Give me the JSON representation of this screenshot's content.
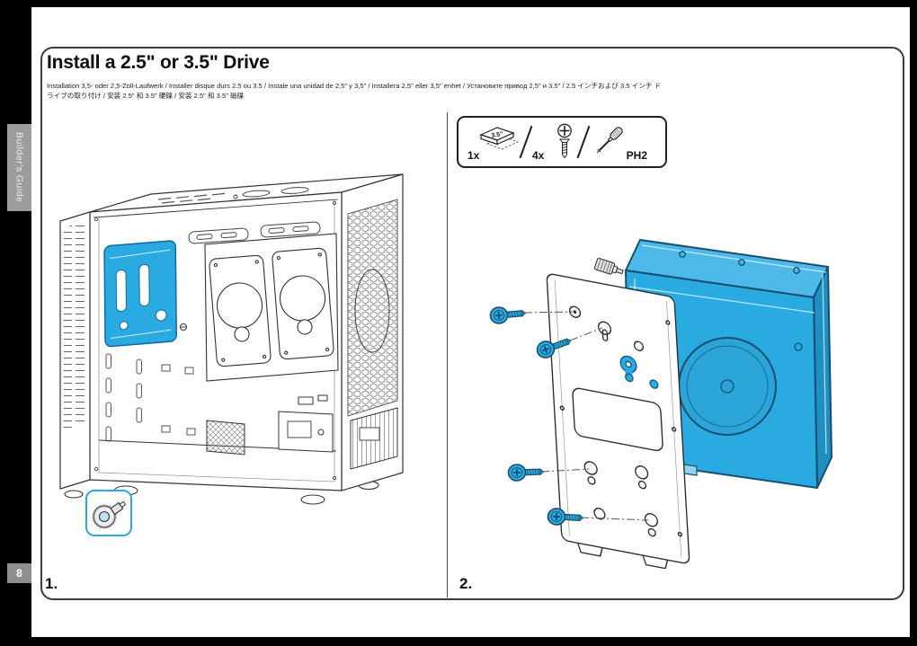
{
  "page": {
    "number": "8",
    "sidebar_label": "Builder's Guide",
    "title": "Install a 2.5\" or 3.5\" Drive",
    "subtitle_line1": "Installation 3,5- oder 2,5-Zoll-Laufwerk / Installer disque durs 2.5 ou 3.5 / Instale una unidad de 2,5\" y 3,5\" / Installera 2,5\" eller 3,5\" enhet / Установите привод 2,5\" и 3.5\" / 2.5 インチおよび 3.5 インチ ド",
    "subtitle_line2": "ライブの取り付け / 安装 2.5\" 和 3.5\" 硬碟 / 安装 2.5\" 和 3.5\" 磁碟"
  },
  "steps": [
    {
      "label": "1."
    },
    {
      "label": "2."
    }
  ],
  "parts": {
    "drive_qty": "1x",
    "drive_label": "3.5\"",
    "screw_qty": "4x",
    "screwdriver_label": "PH2"
  },
  "colors": {
    "accent_blue": "#29ABE2",
    "outline_dark": "#2b2b2b",
    "frame_black": "#000000"
  }
}
